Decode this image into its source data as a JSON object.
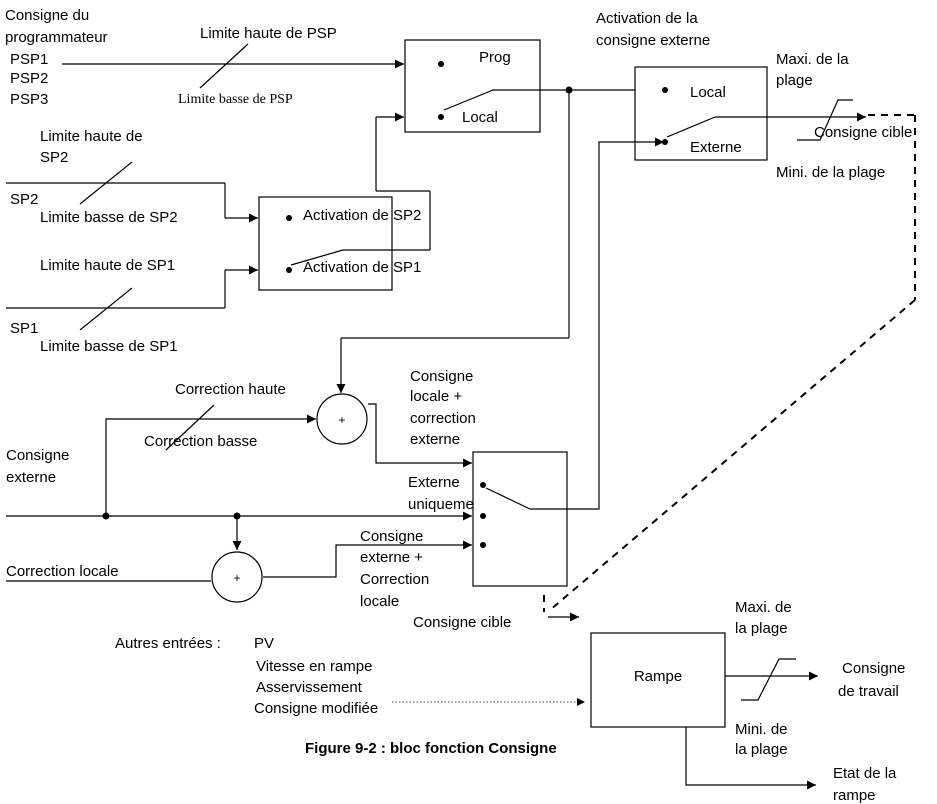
{
  "inputs": {
    "prog_source": [
      "Consigne du",
      "programmateur",
      "PSP1",
      "PSP2",
      "PSP3"
    ],
    "psp_high": "Limite haute de PSP",
    "psp_low": "Limite basse de PSP",
    "sp2_high": [
      "Limite haute de",
      "SP2"
    ],
    "sp2": "SP2",
    "sp2_low": "Limite basse de SP2",
    "sp1_high": "Limite haute de SP1",
    "sp1": "SP1",
    "sp1_low": "Limite basse de SP1",
    "ext_setpoint": [
      "Consigne",
      "externe"
    ],
    "corr_high": "Correction haute",
    "corr_low": "Correction basse",
    "local_corr": "Correction locale"
  },
  "blocks": {
    "prog_switch": {
      "top": "Prog",
      "bottom": "Local"
    },
    "sp_switch": {
      "top": "Activation de SP2",
      "bottom": "Activation de SP1"
    },
    "ext_switch": {
      "title": [
        "Activation de la",
        "consigne externe"
      ],
      "top": "Local",
      "bottom": "Externe"
    },
    "range_top": {
      "max": [
        "Maxi. de la",
        "plage"
      ],
      "min": "Mini. de la plage",
      "out": "Consigne cible"
    },
    "sum_symbol": "+",
    "mode_labels": {
      "local_plus_ext": [
        "Consigne",
        "locale +",
        "correction",
        "externe"
      ],
      "ext_only": [
        "Externe",
        "uniquement"
      ],
      "ext_plus_local": [
        "Consigne",
        "externe +",
        "Correction",
        "locale"
      ]
    },
    "target_setpoint": "Consigne cible",
    "ramp": {
      "title": "Rampe",
      "max": [
        "Maxi. de",
        "la plage"
      ],
      "min": [
        "Mini. de",
        "la plage"
      ],
      "out": [
        "Consigne",
        "de travail"
      ],
      "state": [
        "Etat de la",
        "rampe"
      ]
    },
    "other_inputs": {
      "prefix": "Autres entrées :",
      "items": [
        "PV",
        "Vitesse en rampe",
        "Asservissement",
        "Consigne modifiée"
      ]
    }
  },
  "caption": "Figure 9-2 : bloc fonction Consigne"
}
